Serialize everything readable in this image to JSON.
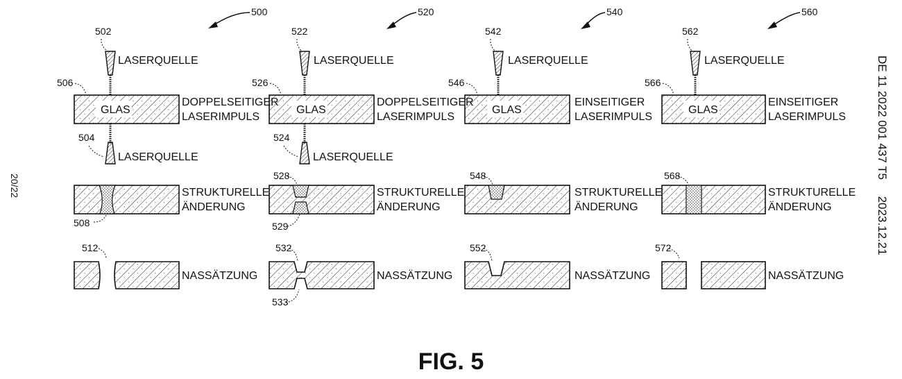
{
  "figure_label": "FIG. 5",
  "page_number": "20/22",
  "side_text": "DE 11 2022 001 437 T5     2023.12.21",
  "columns": [
    {
      "ref": "500",
      "top_laser_ref": "502",
      "bottom_laser_ref": "504",
      "glass_ref": "506",
      "mod_refs": [
        "508"
      ],
      "etch_refs": [
        "512"
      ],
      "top_laser_label": "LASERQUELLE",
      "bottom_laser_label": "LASERQUELLE",
      "glass_label": "GLAS",
      "pulse_label": [
        "DOPPELSEITIGER",
        "LASERIMPULS"
      ],
      "change_label": [
        "STRUKTURELLE",
        "ÄNDERUNG"
      ],
      "etch_label": "NASSÄTZUNG"
    },
    {
      "ref": "520",
      "top_laser_ref": "522",
      "bottom_laser_ref": "524",
      "glass_ref": "526",
      "mod_refs": [
        "528",
        "529"
      ],
      "etch_refs": [
        "532",
        "533"
      ],
      "top_laser_label": "LASERQUELLE",
      "bottom_laser_label": "LASERQUELLE",
      "glass_label": "GLAS",
      "pulse_label": [
        "DOPPELSEITIGER",
        "LASERIMPULS"
      ],
      "change_label": [
        "STRUKTURELLE",
        "ÄNDERUNG"
      ],
      "etch_label": "NASSÄTZUNG"
    },
    {
      "ref": "540",
      "top_laser_ref": "542",
      "glass_ref": "546",
      "mod_refs": [
        "548"
      ],
      "etch_refs": [
        "552"
      ],
      "top_laser_label": "LASERQUELLE",
      "glass_label": "GLAS",
      "pulse_label": [
        "EINSEITIGER",
        "LASERIMPULS"
      ],
      "change_label": [
        "STRUKTURELLE",
        "ÄNDERUNG"
      ],
      "etch_label": "NASSÄTZUNG"
    },
    {
      "ref": "560",
      "top_laser_ref": "562",
      "glass_ref": "566",
      "mod_refs": [
        "568"
      ],
      "etch_refs": [
        "572"
      ],
      "top_laser_label": "LASERQUELLE",
      "glass_label": "GLAS",
      "pulse_label": [
        "EINSEITIGER",
        "LASERIMPULS"
      ],
      "change_label": [
        "STRUKTURELLE",
        "ÄNDERUNG"
      ],
      "etch_label": "NASSÄTZUNG"
    }
  ]
}
